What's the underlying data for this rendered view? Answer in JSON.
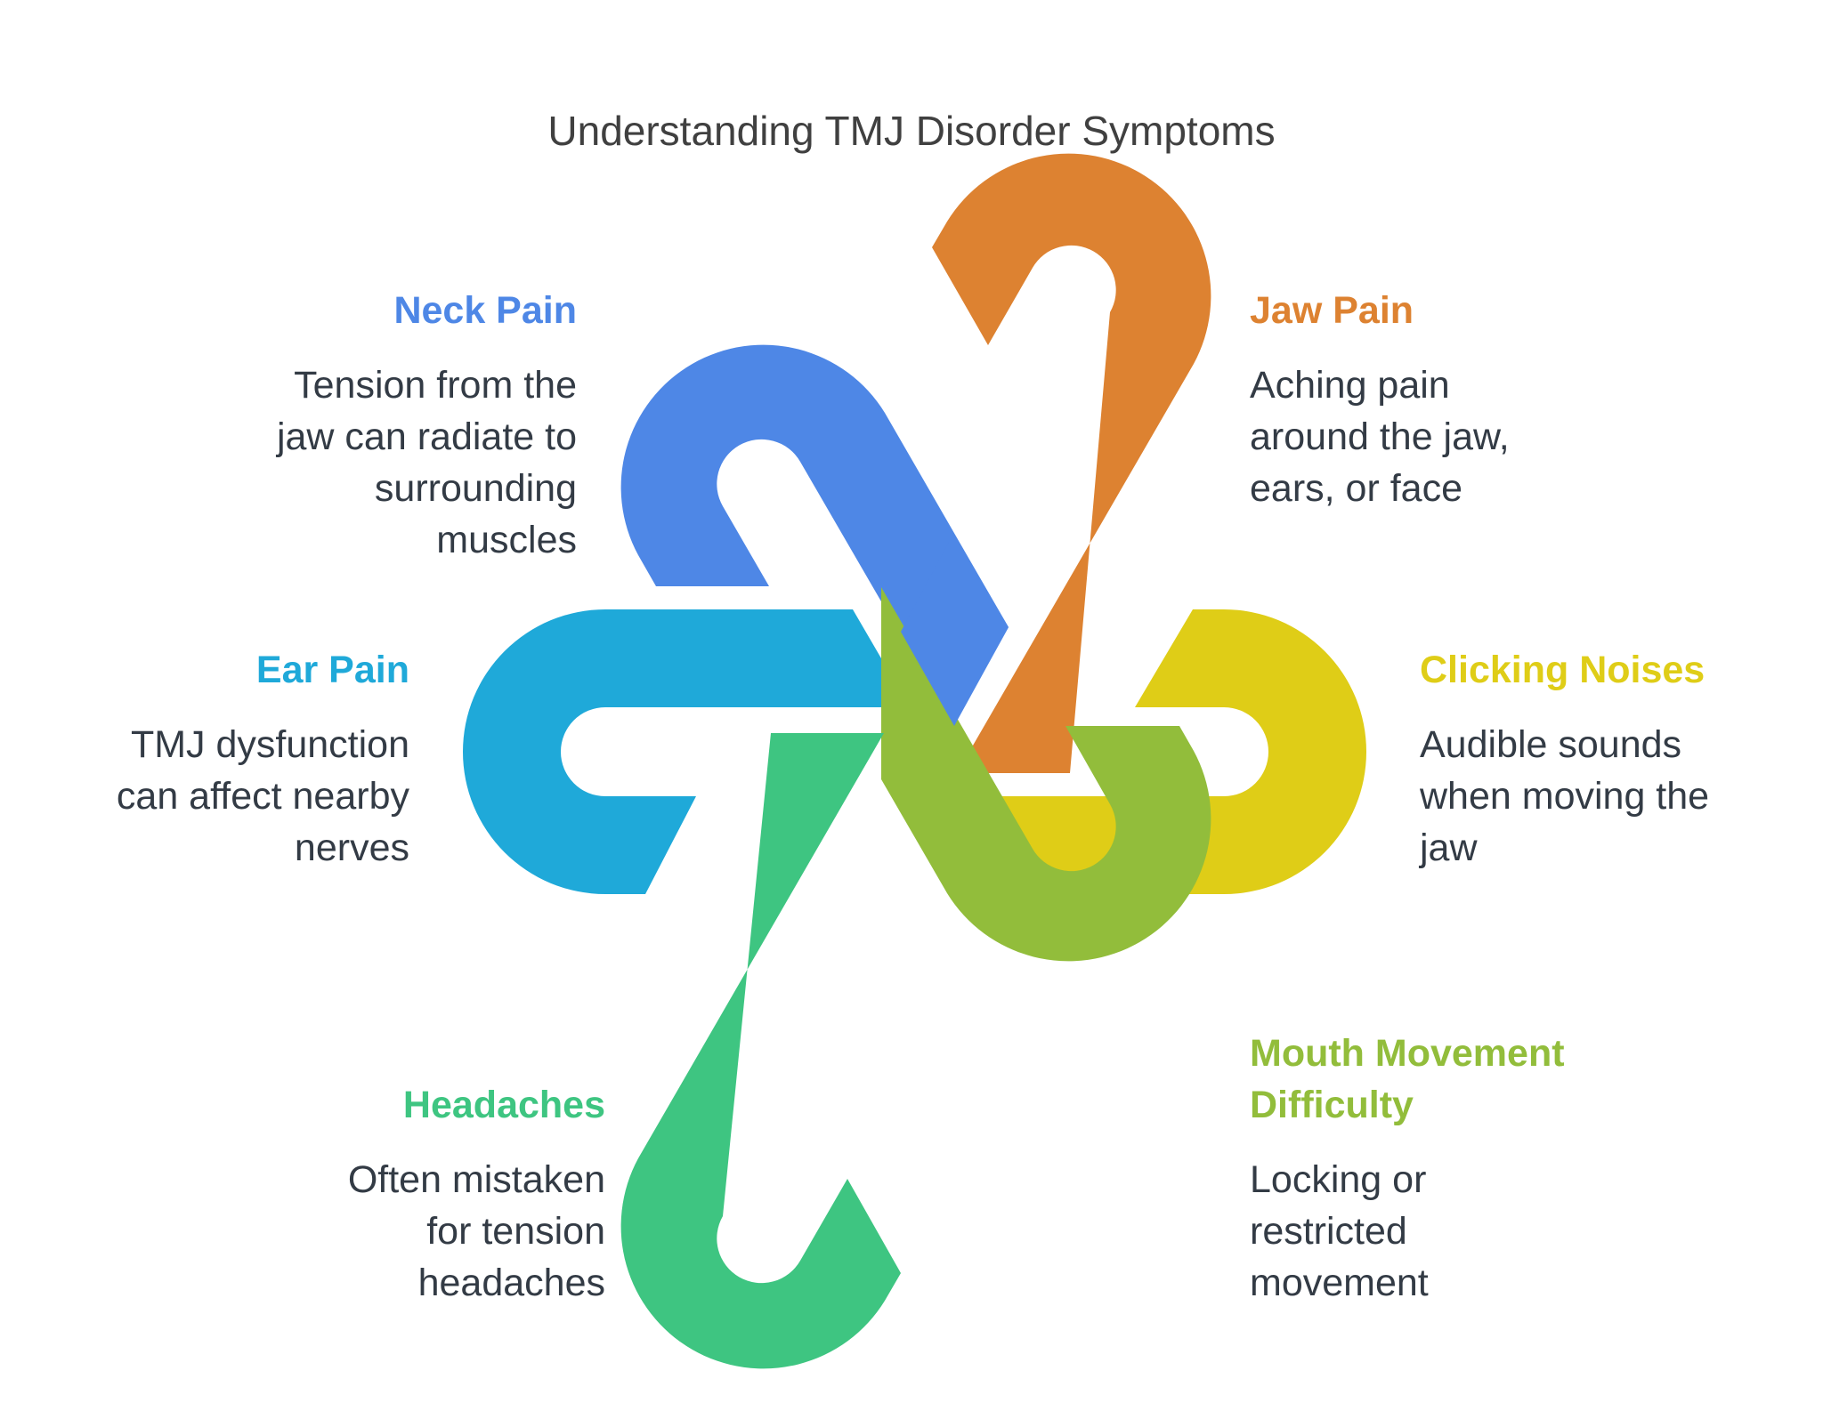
{
  "title": "Understanding TMJ Disorder Symptoms",
  "colors": {
    "neck": "#4e87e6",
    "jaw": "#dd8231",
    "ear": "#1fa9d9",
    "clicking": "#dfcd17",
    "headaches": "#3ec581",
    "mouth": "#92bd3b"
  },
  "items": {
    "neck": {
      "label": "Neck Pain",
      "lines": [
        "Tension from the",
        "jaw can radiate to",
        "surrounding",
        "muscles"
      ]
    },
    "jaw": {
      "label": "Jaw Pain",
      "lines": [
        "Aching pain",
        "around the jaw,",
        "ears, or face"
      ]
    },
    "ear": {
      "label": "Ear Pain",
      "lines": [
        "TMJ dysfunction",
        "can affect nearby",
        "nerves"
      ]
    },
    "clicking": {
      "label": "Clicking Noises",
      "lines": [
        "Audible sounds",
        "when moving the",
        "jaw"
      ]
    },
    "headaches": {
      "label": "Headaches",
      "lines": [
        "Often mistaken",
        "for tension",
        "headaches"
      ]
    },
    "mouth": {
      "label_lines": [
        "Mouth Movement",
        "Difficulty"
      ],
      "lines": [
        "Locking or",
        "restricted",
        "movement"
      ]
    }
  }
}
